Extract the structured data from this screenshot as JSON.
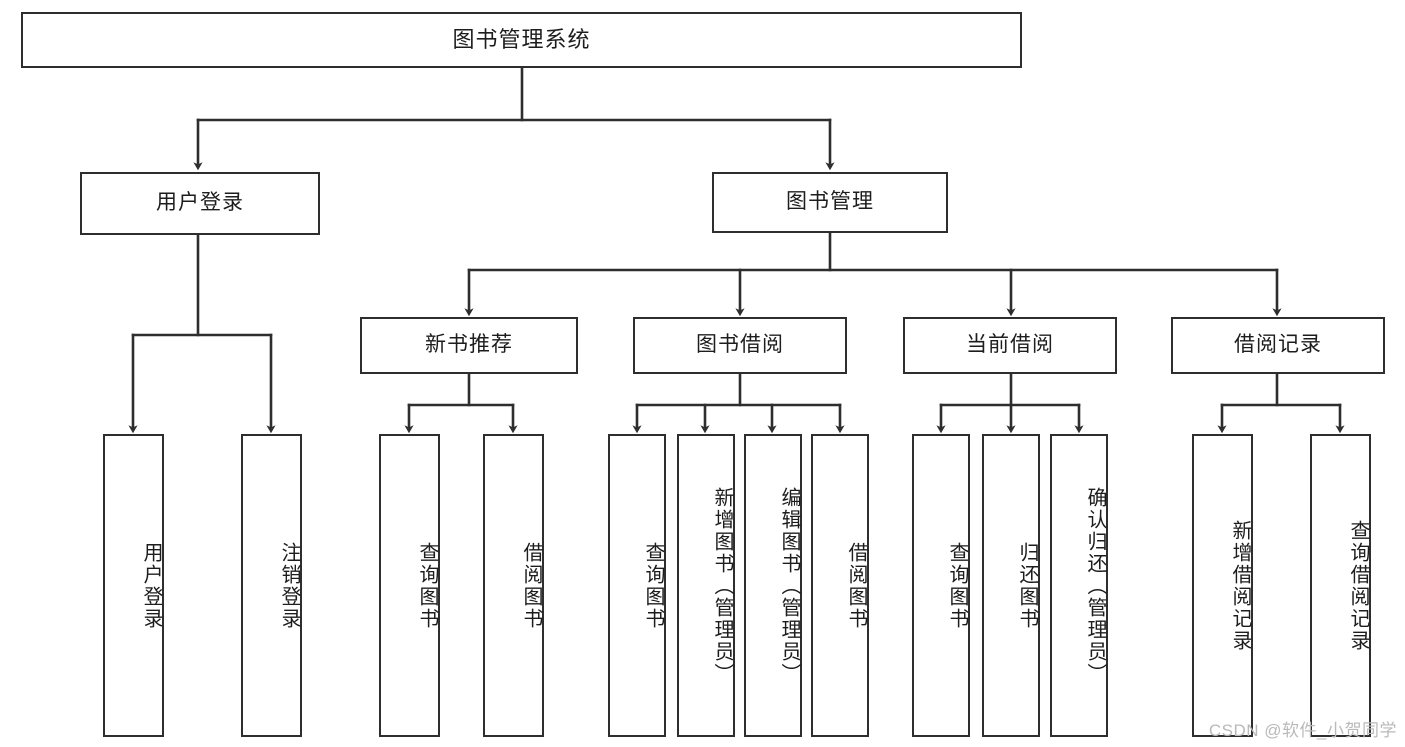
{
  "diagram": {
    "title_text": "图书管理系统",
    "watermark": "CSDN @软件_小贺同学",
    "stroke_color": "#2e2e2e",
    "text_color": "#1d1d1d",
    "background_color": "#ffffff",
    "watermark_color": "#b9b9b9"
  },
  "chart_data": {
    "type": "tree-diagram",
    "title": "图书管理系统",
    "orientation": "top-down",
    "levels": 4,
    "nodes": [
      {
        "id": "root",
        "label": "图书管理系统",
        "level": 0,
        "parent": null
      },
      {
        "id": "login",
        "label": "用户登录",
        "level": 1,
        "parent": "root"
      },
      {
        "id": "bookmgmt",
        "label": "图书管理",
        "level": 1,
        "parent": "root"
      },
      {
        "id": "newbook",
        "label": "新书推荐",
        "level": 2,
        "parent": "bookmgmt"
      },
      {
        "id": "borrow",
        "label": "图书借阅",
        "level": 2,
        "parent": "bookmgmt"
      },
      {
        "id": "current",
        "label": "当前借阅",
        "level": 2,
        "parent": "bookmgmt"
      },
      {
        "id": "record",
        "label": "借阅记录",
        "level": 2,
        "parent": "bookmgmt"
      },
      {
        "id": "leaf1",
        "label": "用户登录",
        "level": 2,
        "parent": "login"
      },
      {
        "id": "leaf2",
        "label": "注销登录",
        "level": 2,
        "parent": "login"
      },
      {
        "id": "leaf3",
        "label": "查询图书",
        "level": 3,
        "parent": "newbook"
      },
      {
        "id": "leaf4",
        "label": "借阅图书",
        "level": 3,
        "parent": "newbook"
      },
      {
        "id": "leaf5",
        "label": "查询图书",
        "level": 3,
        "parent": "borrow"
      },
      {
        "id": "leaf6",
        "label": "新增图书（管理员）",
        "level": 3,
        "parent": "borrow"
      },
      {
        "id": "leaf7",
        "label": "编辑图书（管理员）",
        "level": 3,
        "parent": "borrow"
      },
      {
        "id": "leaf8",
        "label": "借阅图书",
        "level": 3,
        "parent": "borrow"
      },
      {
        "id": "leaf9",
        "label": "查询图书",
        "level": 3,
        "parent": "current"
      },
      {
        "id": "leaf10",
        "label": "归还图书",
        "level": 3,
        "parent": "current"
      },
      {
        "id": "leaf11",
        "label": "确认归还（管理员）",
        "level": 3,
        "parent": "current"
      },
      {
        "id": "leaf12",
        "label": "新增借阅记录",
        "level": 3,
        "parent": "record"
      },
      {
        "id": "leaf13",
        "label": "查询借阅记录",
        "level": 3,
        "parent": "record"
      }
    ]
  },
  "nodes": {
    "root": "图书管理系统",
    "login": "用户登录",
    "bookmgmt": "图书管理",
    "newbook": "新书推荐",
    "borrow": "图书借阅",
    "current": "当前借阅",
    "record": "借阅记录",
    "leaf1": "用户登录",
    "leaf2": "注销登录",
    "leaf3": "查询图书",
    "leaf4": "借阅图书",
    "leaf5": "查询图书",
    "leaf6": "新增图书（管理员）",
    "leaf7": "编辑图书（管理员）",
    "leaf8": "借阅图书",
    "leaf9": "查询图书",
    "leaf10": "归还图书",
    "leaf11": "确认归还（管理员）",
    "leaf12": "新增借阅记录",
    "leaf13": "查询借阅记录"
  }
}
